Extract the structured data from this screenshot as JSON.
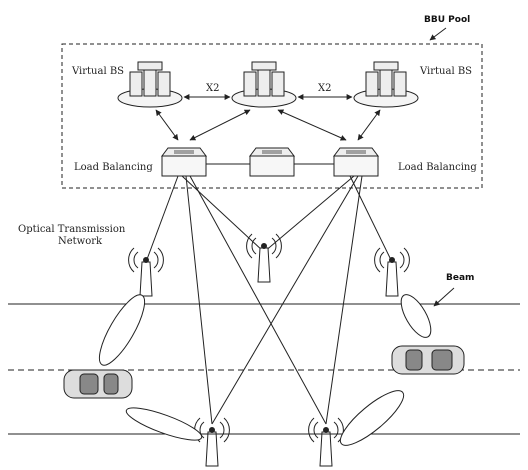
{
  "labels": {
    "bbu_pool": "BBU Pool",
    "virtual_bs_left": "Virtual BS",
    "virtual_bs_right": "Virtual BS",
    "x2_left": "X2",
    "x2_right": "X2",
    "load_balancing_left": "Load Balancing",
    "load_balancing_right": "Load Balancing",
    "optical_line1": "Optical Transmission",
    "optical_line2": "Network",
    "beam": "Beam"
  },
  "colors": {
    "stroke": "#222222",
    "server_fill": "#eeeeee",
    "car_body": "#dddddd",
    "car_window": "#888888"
  },
  "icons": {
    "server": "server-cluster-icon",
    "switch": "network-switch-icon",
    "antenna": "antenna-tower-icon",
    "car": "car-icon"
  }
}
